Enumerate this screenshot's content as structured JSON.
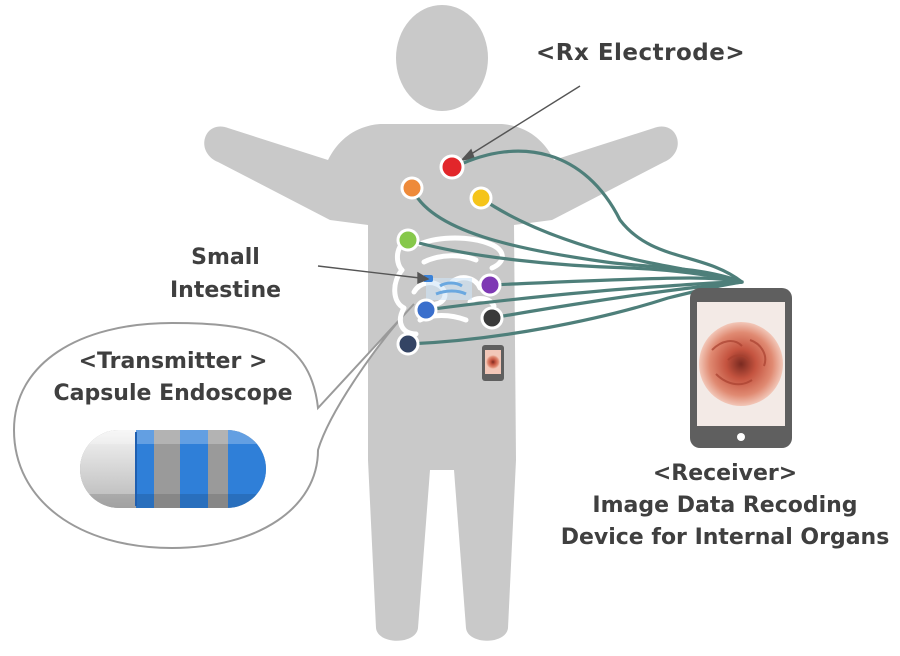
{
  "labels": {
    "rx_electrode": "<Rx Electrode>",
    "small_intestine_line1": "Small",
    "small_intestine_line2": "Intestine",
    "transmitter_line1": "<Transmitter >",
    "transmitter_line2": "Capsule Endoscope",
    "receiver_line1": "<Receiver>",
    "receiver_line2": "Image Data Recoding",
    "receiver_line3": "Device for Internal Organs"
  },
  "colors": {
    "body": "#c9c9c9",
    "wire": "#4e7f7a",
    "phone": "#5f5f5f",
    "capsule_blue": "#2f7fd8",
    "capsule_gray": "#9a9a9a",
    "capsule_cap": "#dedede",
    "endoscope_tissue": "#d9705a"
  },
  "electrodes": [
    {
      "name": "red",
      "color": "#e2262a"
    },
    {
      "name": "orange",
      "color": "#ee8a3a"
    },
    {
      "name": "yellow",
      "color": "#f5c41a"
    },
    {
      "name": "green",
      "color": "#86c84a"
    },
    {
      "name": "purple",
      "color": "#7e38b4"
    },
    {
      "name": "blue",
      "color": "#3a6fcc"
    },
    {
      "name": "black",
      "color": "#3a3a3a"
    },
    {
      "name": "navy",
      "color": "#344464"
    }
  ]
}
